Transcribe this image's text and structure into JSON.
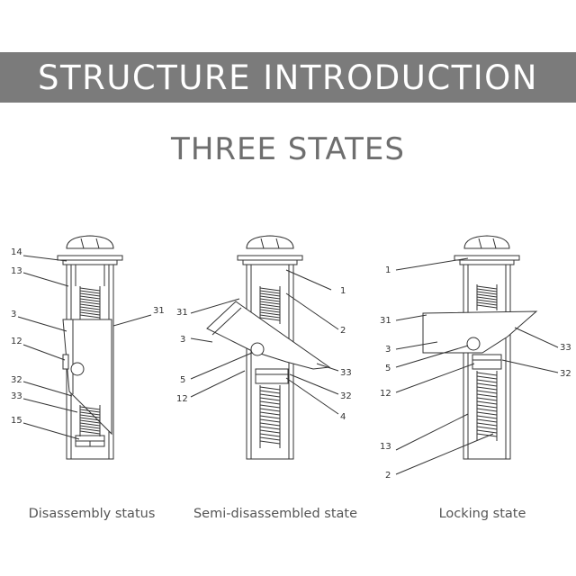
{
  "header": {
    "title": "STRUCTURE INTRODUCTION"
  },
  "subtitle": "THREE STATES",
  "colors": {
    "band": "#7b7b7b",
    "line": "#333333",
    "caption": "#555555",
    "subtitle": "#6e6e6e"
  },
  "states": [
    {
      "caption": "Disassembly status",
      "labels": [
        {
          "key": "l14",
          "text": "14"
        },
        {
          "key": "l13",
          "text": "13"
        },
        {
          "key": "l3",
          "text": "3"
        },
        {
          "key": "l12",
          "text": "12"
        },
        {
          "key": "l32",
          "text": "32"
        },
        {
          "key": "l33",
          "text": "33"
        },
        {
          "key": "l15",
          "text": "15"
        },
        {
          "key": "l31",
          "text": "31"
        }
      ]
    },
    {
      "caption": "Semi-disassembled state",
      "labels": [
        {
          "key": "l31",
          "text": "31"
        },
        {
          "key": "l3",
          "text": "3"
        },
        {
          "key": "l5",
          "text": "5"
        },
        {
          "key": "l12",
          "text": "12"
        },
        {
          "key": "l1",
          "text": "1"
        },
        {
          "key": "l2",
          "text": "2"
        },
        {
          "key": "l33",
          "text": "33"
        },
        {
          "key": "l32",
          "text": "32"
        },
        {
          "key": "l4",
          "text": "4"
        }
      ]
    },
    {
      "caption": "Locking state",
      "labels": [
        {
          "key": "l1",
          "text": "1"
        },
        {
          "key": "l31",
          "text": "31"
        },
        {
          "key": "l3",
          "text": "3"
        },
        {
          "key": "l5",
          "text": "5"
        },
        {
          "key": "l12",
          "text": "12"
        },
        {
          "key": "l13",
          "text": "13"
        },
        {
          "key": "l2",
          "text": "2"
        },
        {
          "key": "l33",
          "text": "33"
        },
        {
          "key": "l32",
          "text": "32"
        }
      ]
    }
  ]
}
